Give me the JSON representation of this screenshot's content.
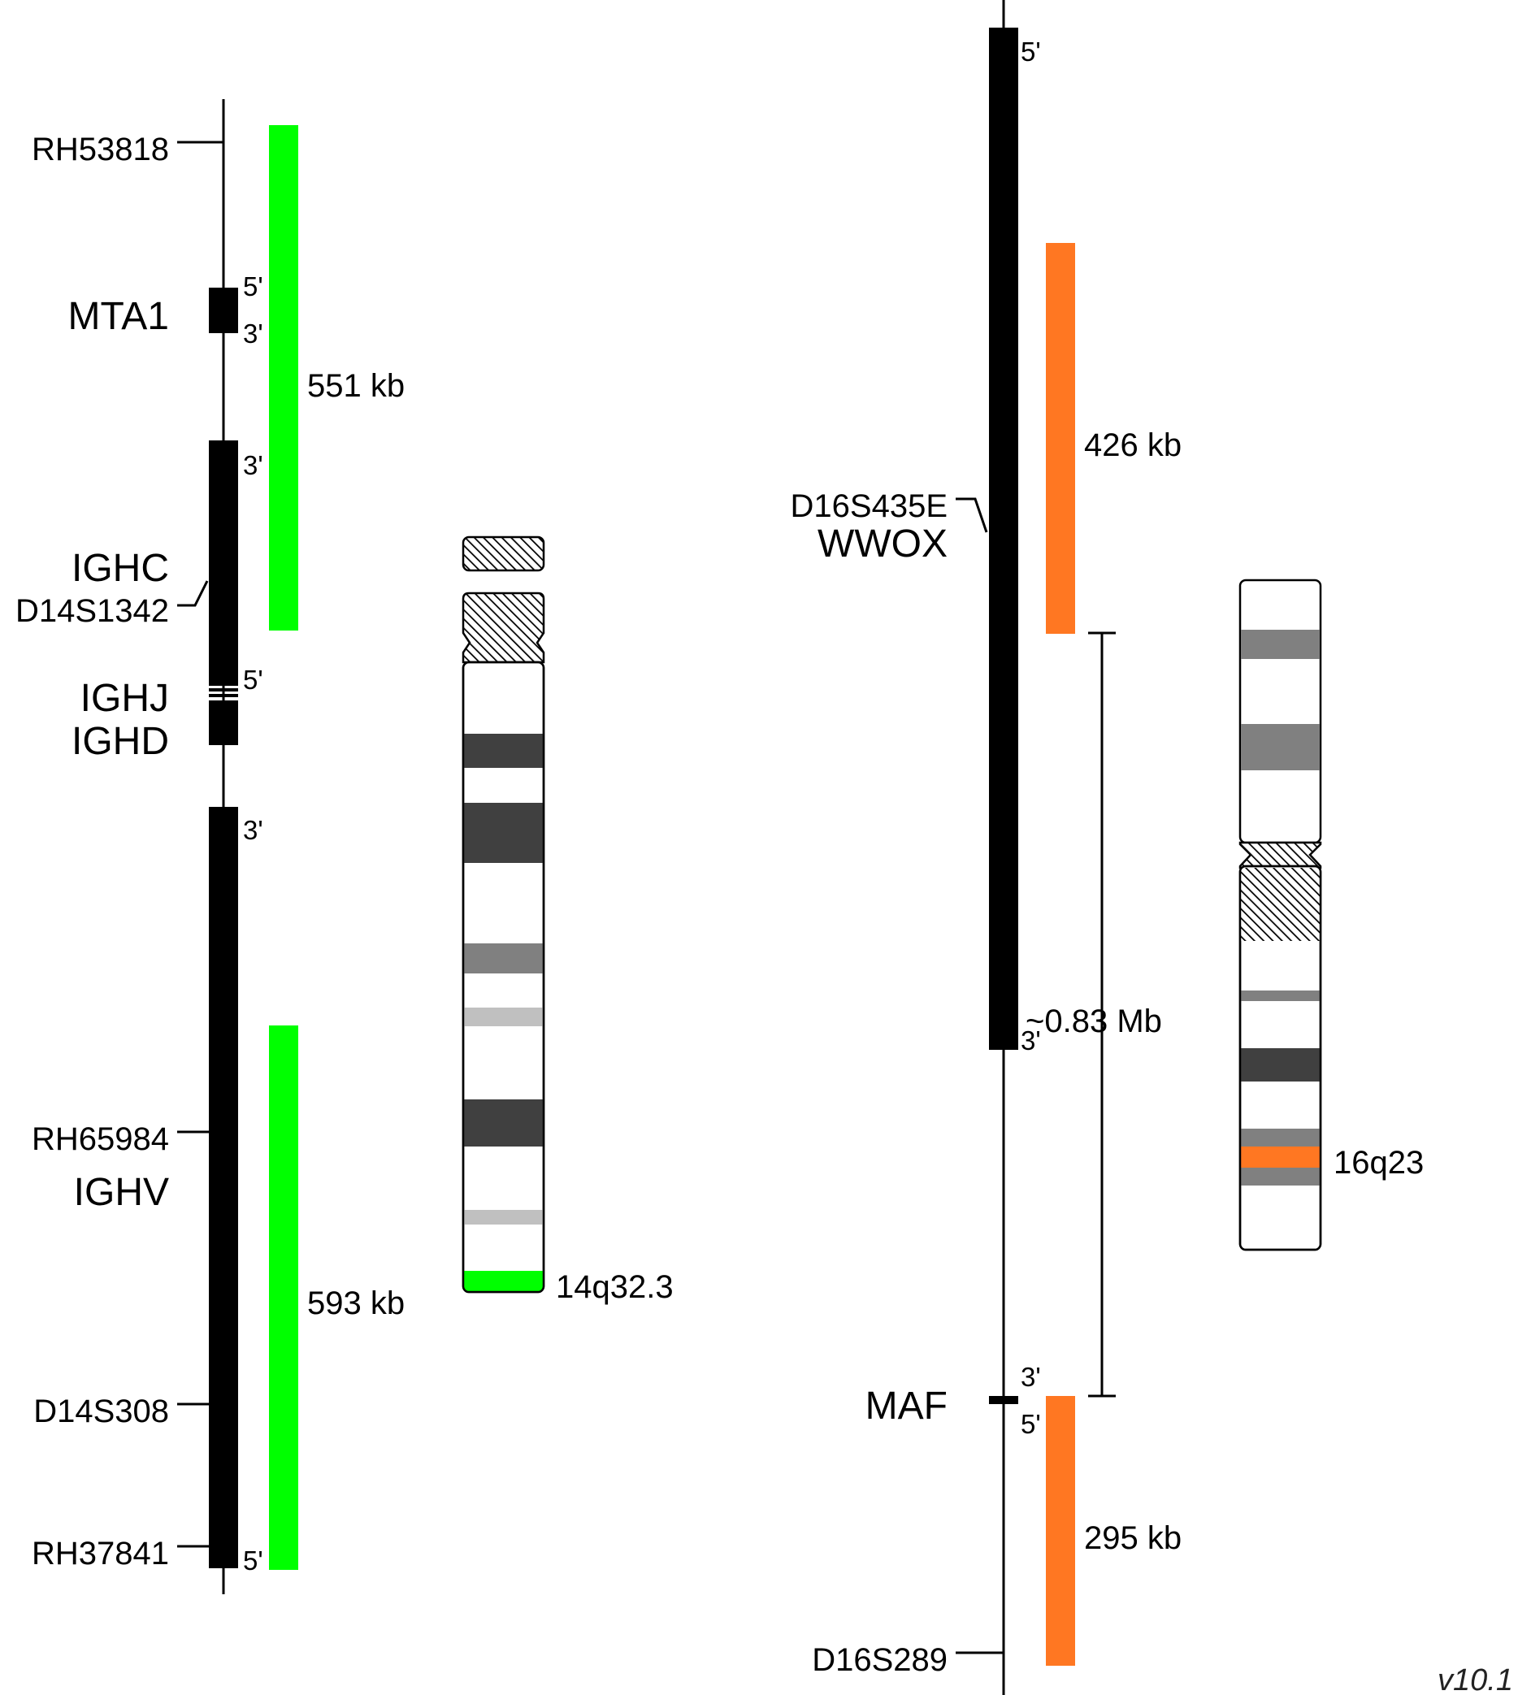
{
  "colors": {
    "chr14_probe": "#00ff00",
    "chr16_probe": "#ff7722",
    "gene": "#000000",
    "band_dark": "#404040",
    "band_mid": "#808080",
    "band_light": "#c0c0c0"
  },
  "left_map": {
    "markers": {
      "rh53818": "RH53818",
      "d14s1342": "D14S1342",
      "rh65984": "RH65984",
      "d14s308": "D14S308",
      "rh37841": "RH37841"
    },
    "genes": {
      "mta1": "MTA1",
      "ighc": "IGHC",
      "ighj": "IGHJ",
      "ighd": "IGHD",
      "ighv": "IGHV"
    },
    "ends": {
      "mta1_top": "5'",
      "mta1_bottom": "3'",
      "ighc_top": "3'",
      "ighc_bottom": "5'",
      "ighv_top": "3'",
      "ighv_bottom": "5'"
    },
    "probe_sizes": {
      "upper": "551 kb",
      "lower": "593 kb"
    }
  },
  "right_map": {
    "markers": {
      "d16s435e": "D16S435E",
      "d16s289": "D16S289"
    },
    "genes": {
      "wwox": "WWOX",
      "maf": "MAF"
    },
    "ends": {
      "wwox_top": "5'",
      "wwox_bottom": "3'",
      "maf_top": "3'",
      "maf_bottom": "5'"
    },
    "probe_sizes": {
      "upper": "426 kb",
      "lower": "295 kb"
    },
    "gap": "~0.83 Mb"
  },
  "ideograms": {
    "chr14_band": "14q32.3",
    "chr16_band": "16q23"
  },
  "version": "v10.1"
}
